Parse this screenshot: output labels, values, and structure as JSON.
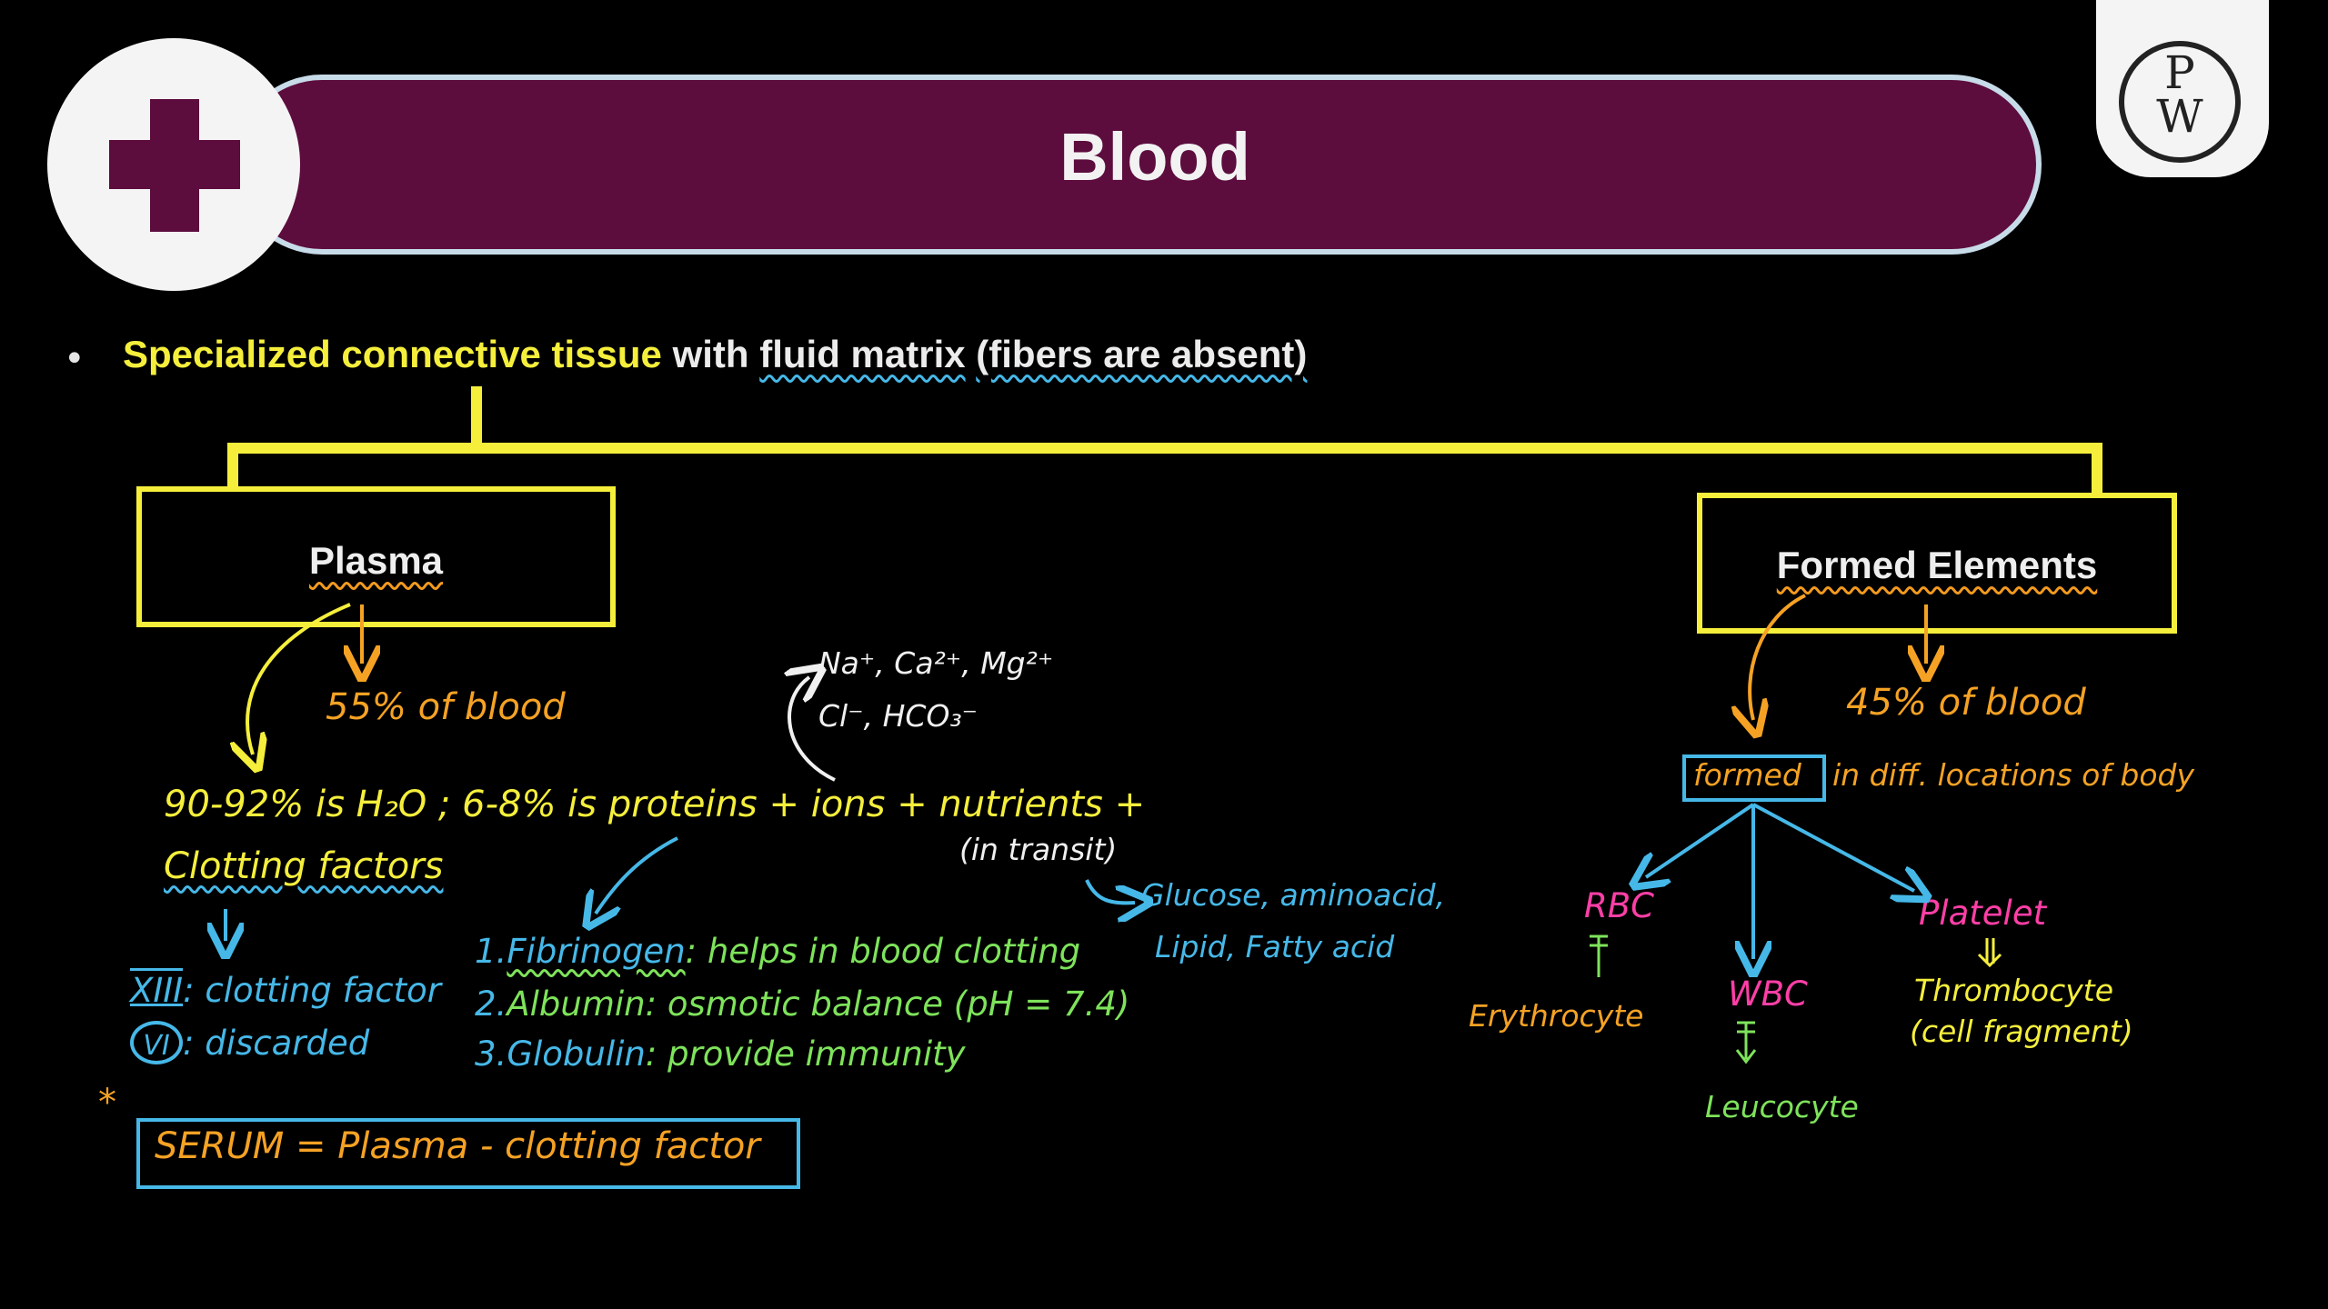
{
  "title": "Blood",
  "definition": {
    "part1": "Specialized connective tissue",
    "part2": " with ",
    "part3": "fluid matrix",
    "part4": " ",
    "part5": "(fibers are absent)"
  },
  "plasma": {
    "label": "Plasma",
    "percent": "55% of blood",
    "composition_line1": "90-92% is H₂O ; 6-8% is proteins + ions + nutrients +",
    "composition_line2": "Clotting factors",
    "in_transit": "(in transit)",
    "ions": "Na⁺, Ca²⁺, Mg²⁺",
    "ions2": "Cl⁻, HCO₃⁻",
    "nutrients": "Glucose, aminoacid,",
    "nutrients2": "Lipid, Fatty acid",
    "proteins": [
      {
        "num": "1.",
        "name": "Fibrinogen",
        "desc": ": helps in blood clotting"
      },
      {
        "num": "2.",
        "name": "Albumin",
        "desc": ": osmotic balance (pH = 7.4)"
      },
      {
        "num": "3.",
        "name": "Globulin",
        "desc": ": provide immunity"
      }
    ],
    "factor_xiii": "XIII",
    "factor_xiii_text": ": clotting factor",
    "factor_vi": "VI",
    "factor_vi_text": ": discarded",
    "star": "*",
    "serum": "SERUM = Plasma - clotting factor"
  },
  "formed": {
    "label": "Formed Elements",
    "percent": "45% of blood",
    "formed_word": "formed",
    "locations": "in diff. locations of body",
    "rbc": "RBC",
    "rbc_name": "Erythrocyte",
    "wbc": "WBC",
    "wbc_name": "Leucocyte",
    "platelet": "Platelet",
    "platelet_name": "Thrombocyte",
    "platelet_note": "(cell fragment)"
  },
  "colors": {
    "title_bar": "#5c0d3e",
    "highlight": "#f5ef3c",
    "orange": "#f5a224",
    "blue": "#46b8e8",
    "green": "#7ee35b",
    "pink": "#ff3fa7"
  },
  "icons": [
    "medical-cross-icon",
    "pw-logo-icon"
  ]
}
